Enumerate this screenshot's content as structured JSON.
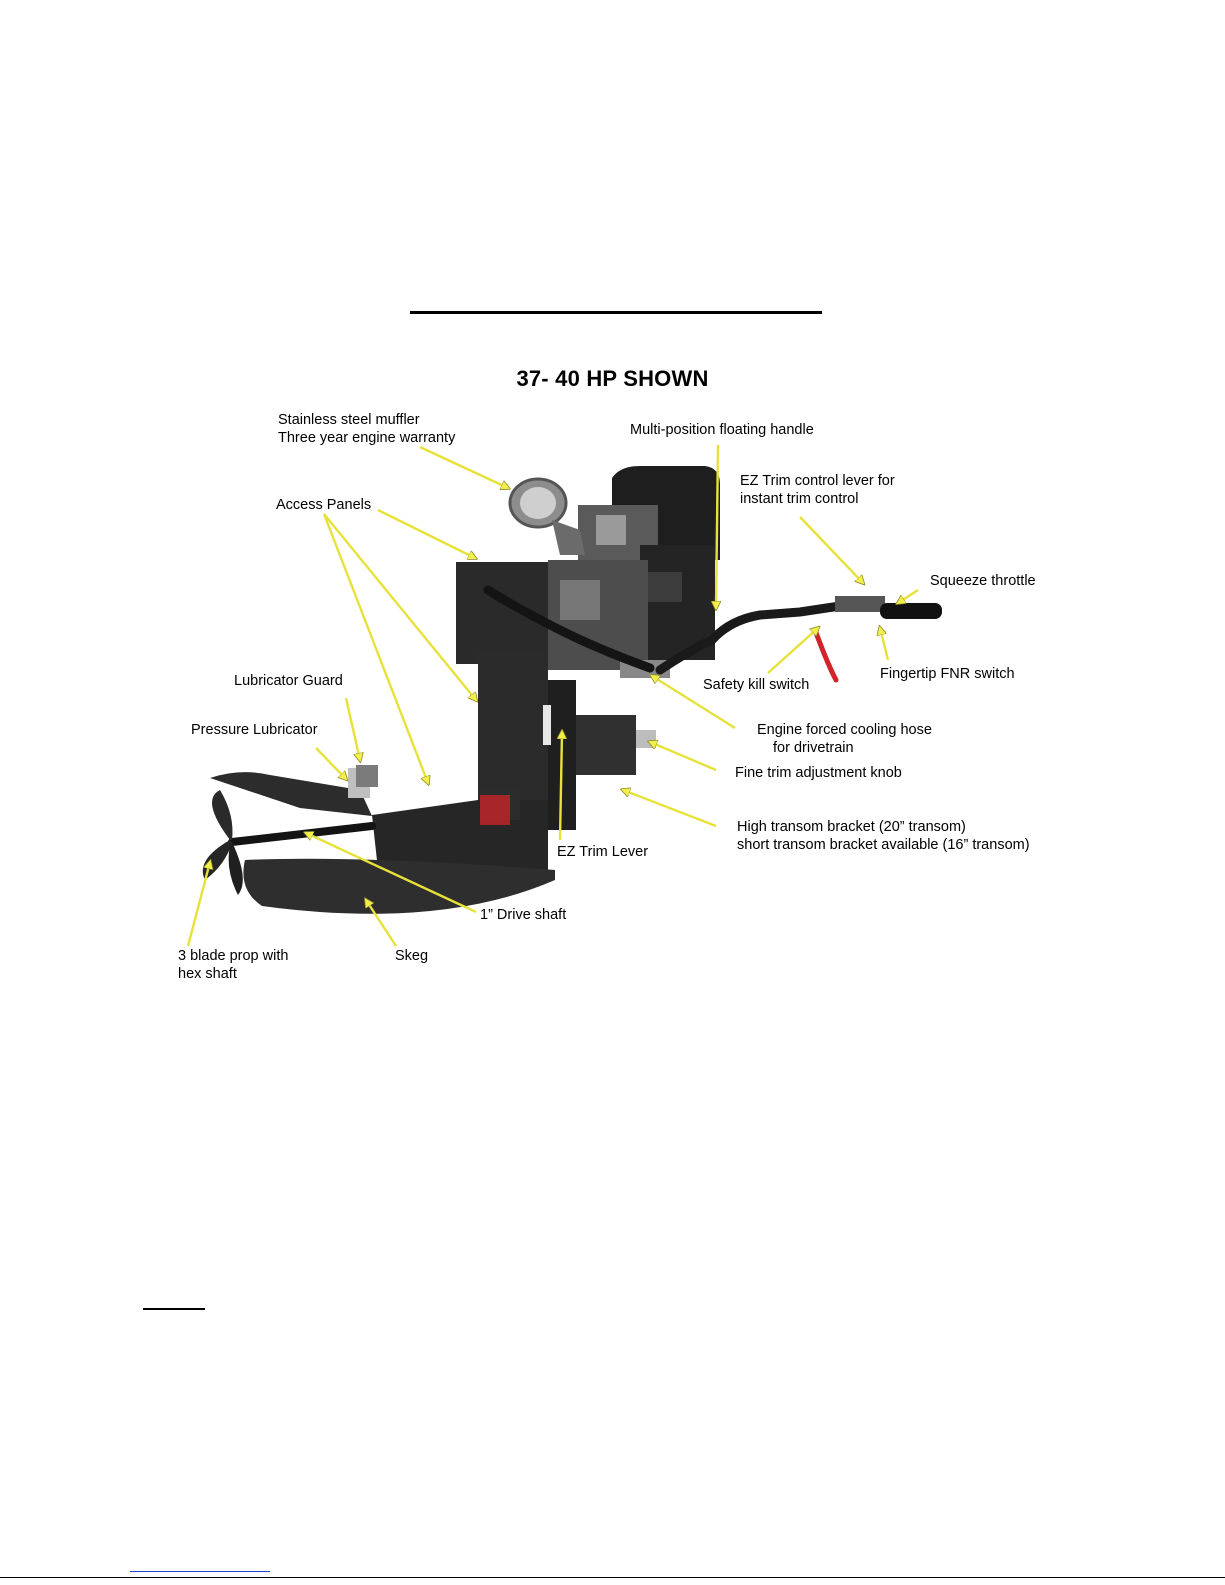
{
  "title": "37- 40 HP SHOWN",
  "labels": {
    "muffler": [
      "Stainless steel muffler",
      "Three year engine warranty"
    ],
    "handle": "Multi-position floating handle",
    "ez_trim_control": [
      "EZ Trim control lever for",
      "instant trim control"
    ],
    "access_panels": "Access Panels",
    "squeeze_throttle": "Squeeze throttle",
    "fnr_switch": "Fingertip FNR switch",
    "kill_switch": "Safety kill switch",
    "lubricator_guard": "Lubricator Guard",
    "cooling_hose": [
      "Engine forced cooling hose",
      "for drivetrain"
    ],
    "pressure_lubricator": "Pressure Lubricator",
    "fine_trim": "Fine trim adjustment knob",
    "transom_bracket": [
      "High transom bracket (20” transom)",
      "short transom bracket available (16” transom)"
    ],
    "ez_trim_lever": "EZ Trim Lever",
    "drive_shaft": "1” Drive shaft",
    "prop": [
      "3 blade prop with",
      "hex shaft"
    ],
    "skeg": "Skeg"
  },
  "colors": {
    "arrow": "#f2ee4a",
    "arrow_outline": "#8a8a2a",
    "machine_body": "#2b2b2b",
    "machine_dark": "#161616",
    "accent_red": "#d2232a",
    "link_blue": "#2a3fd6"
  }
}
